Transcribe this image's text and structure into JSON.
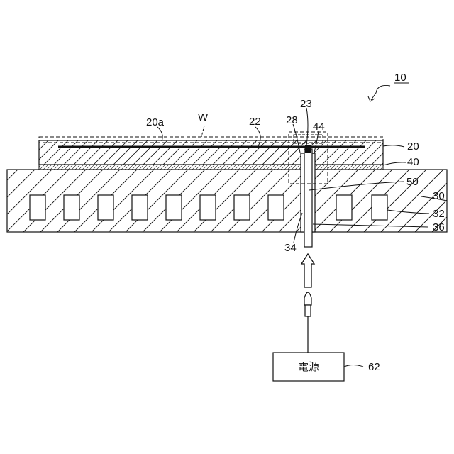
{
  "figure": {
    "ref_main": "10",
    "labels": {
      "w": "W",
      "l20a": "20a",
      "l22": "22",
      "l23": "23",
      "l28": "28",
      "l44": "44",
      "l20": "20",
      "l40": "40",
      "l50": "50",
      "l30": "30",
      "l32": "32",
      "l36": "36",
      "l34": "34",
      "l62": "62"
    },
    "power_supply_label": "電源"
  },
  "colors": {
    "line": "#111111",
    "background": "#ffffff"
  }
}
